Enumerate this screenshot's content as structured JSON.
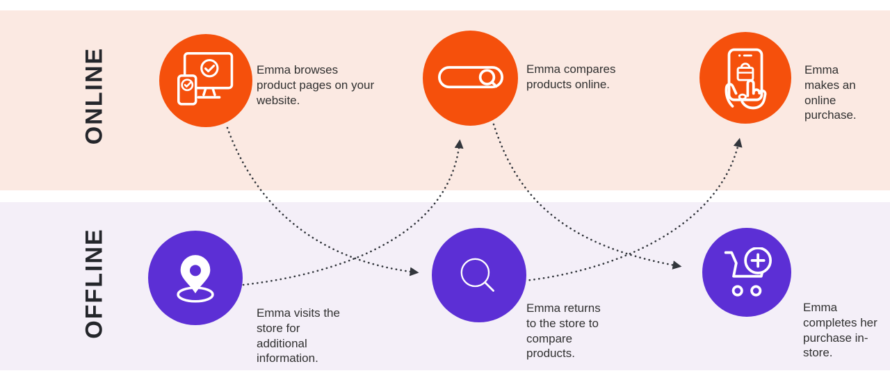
{
  "bands": {
    "online": {
      "label": "ONLINE"
    },
    "offline": {
      "label": "OFFLINE"
    }
  },
  "steps": {
    "online": [
      {
        "icon": "devices-check-icon",
        "text": "Emma browses\nproduct pages on your\nwebsite."
      },
      {
        "icon": "search-bar-icon",
        "text": "Emma compares\nproducts online."
      },
      {
        "icon": "phone-purchase-icon",
        "text": "Emma\nmakes an\nonline\npurchase."
      }
    ],
    "offline": [
      {
        "icon": "location-pin-icon",
        "text": "Emma visits the\nstore for\nadditional\ninformation."
      },
      {
        "icon": "magnifier-icon",
        "text": "Emma returns\nto the store to\ncompare\nproducts."
      },
      {
        "icon": "cart-add-icon",
        "text": "Emma\ncompletes her\npurchase in-\nstore."
      }
    ]
  },
  "connections": [
    {
      "from": "online-step-1",
      "to": "offline-step-2",
      "style": "dotted-arrow"
    },
    {
      "from": "offline-step-1",
      "to": "online-step-2",
      "style": "dotted-arrow"
    },
    {
      "from": "online-step-2",
      "to": "offline-step-3",
      "style": "dotted-arrow"
    },
    {
      "from": "offline-step-2",
      "to": "online-step-3",
      "style": "dotted-arrow"
    }
  ],
  "colors": {
    "online_band_bg": "#FBE9E2",
    "offline_band_bg": "#F4EFF8",
    "online_circle": "#F5500C",
    "offline_circle": "#5C2FD5",
    "connector": "#32363C",
    "label_text": "#24262B",
    "body_text": "#303030"
  }
}
